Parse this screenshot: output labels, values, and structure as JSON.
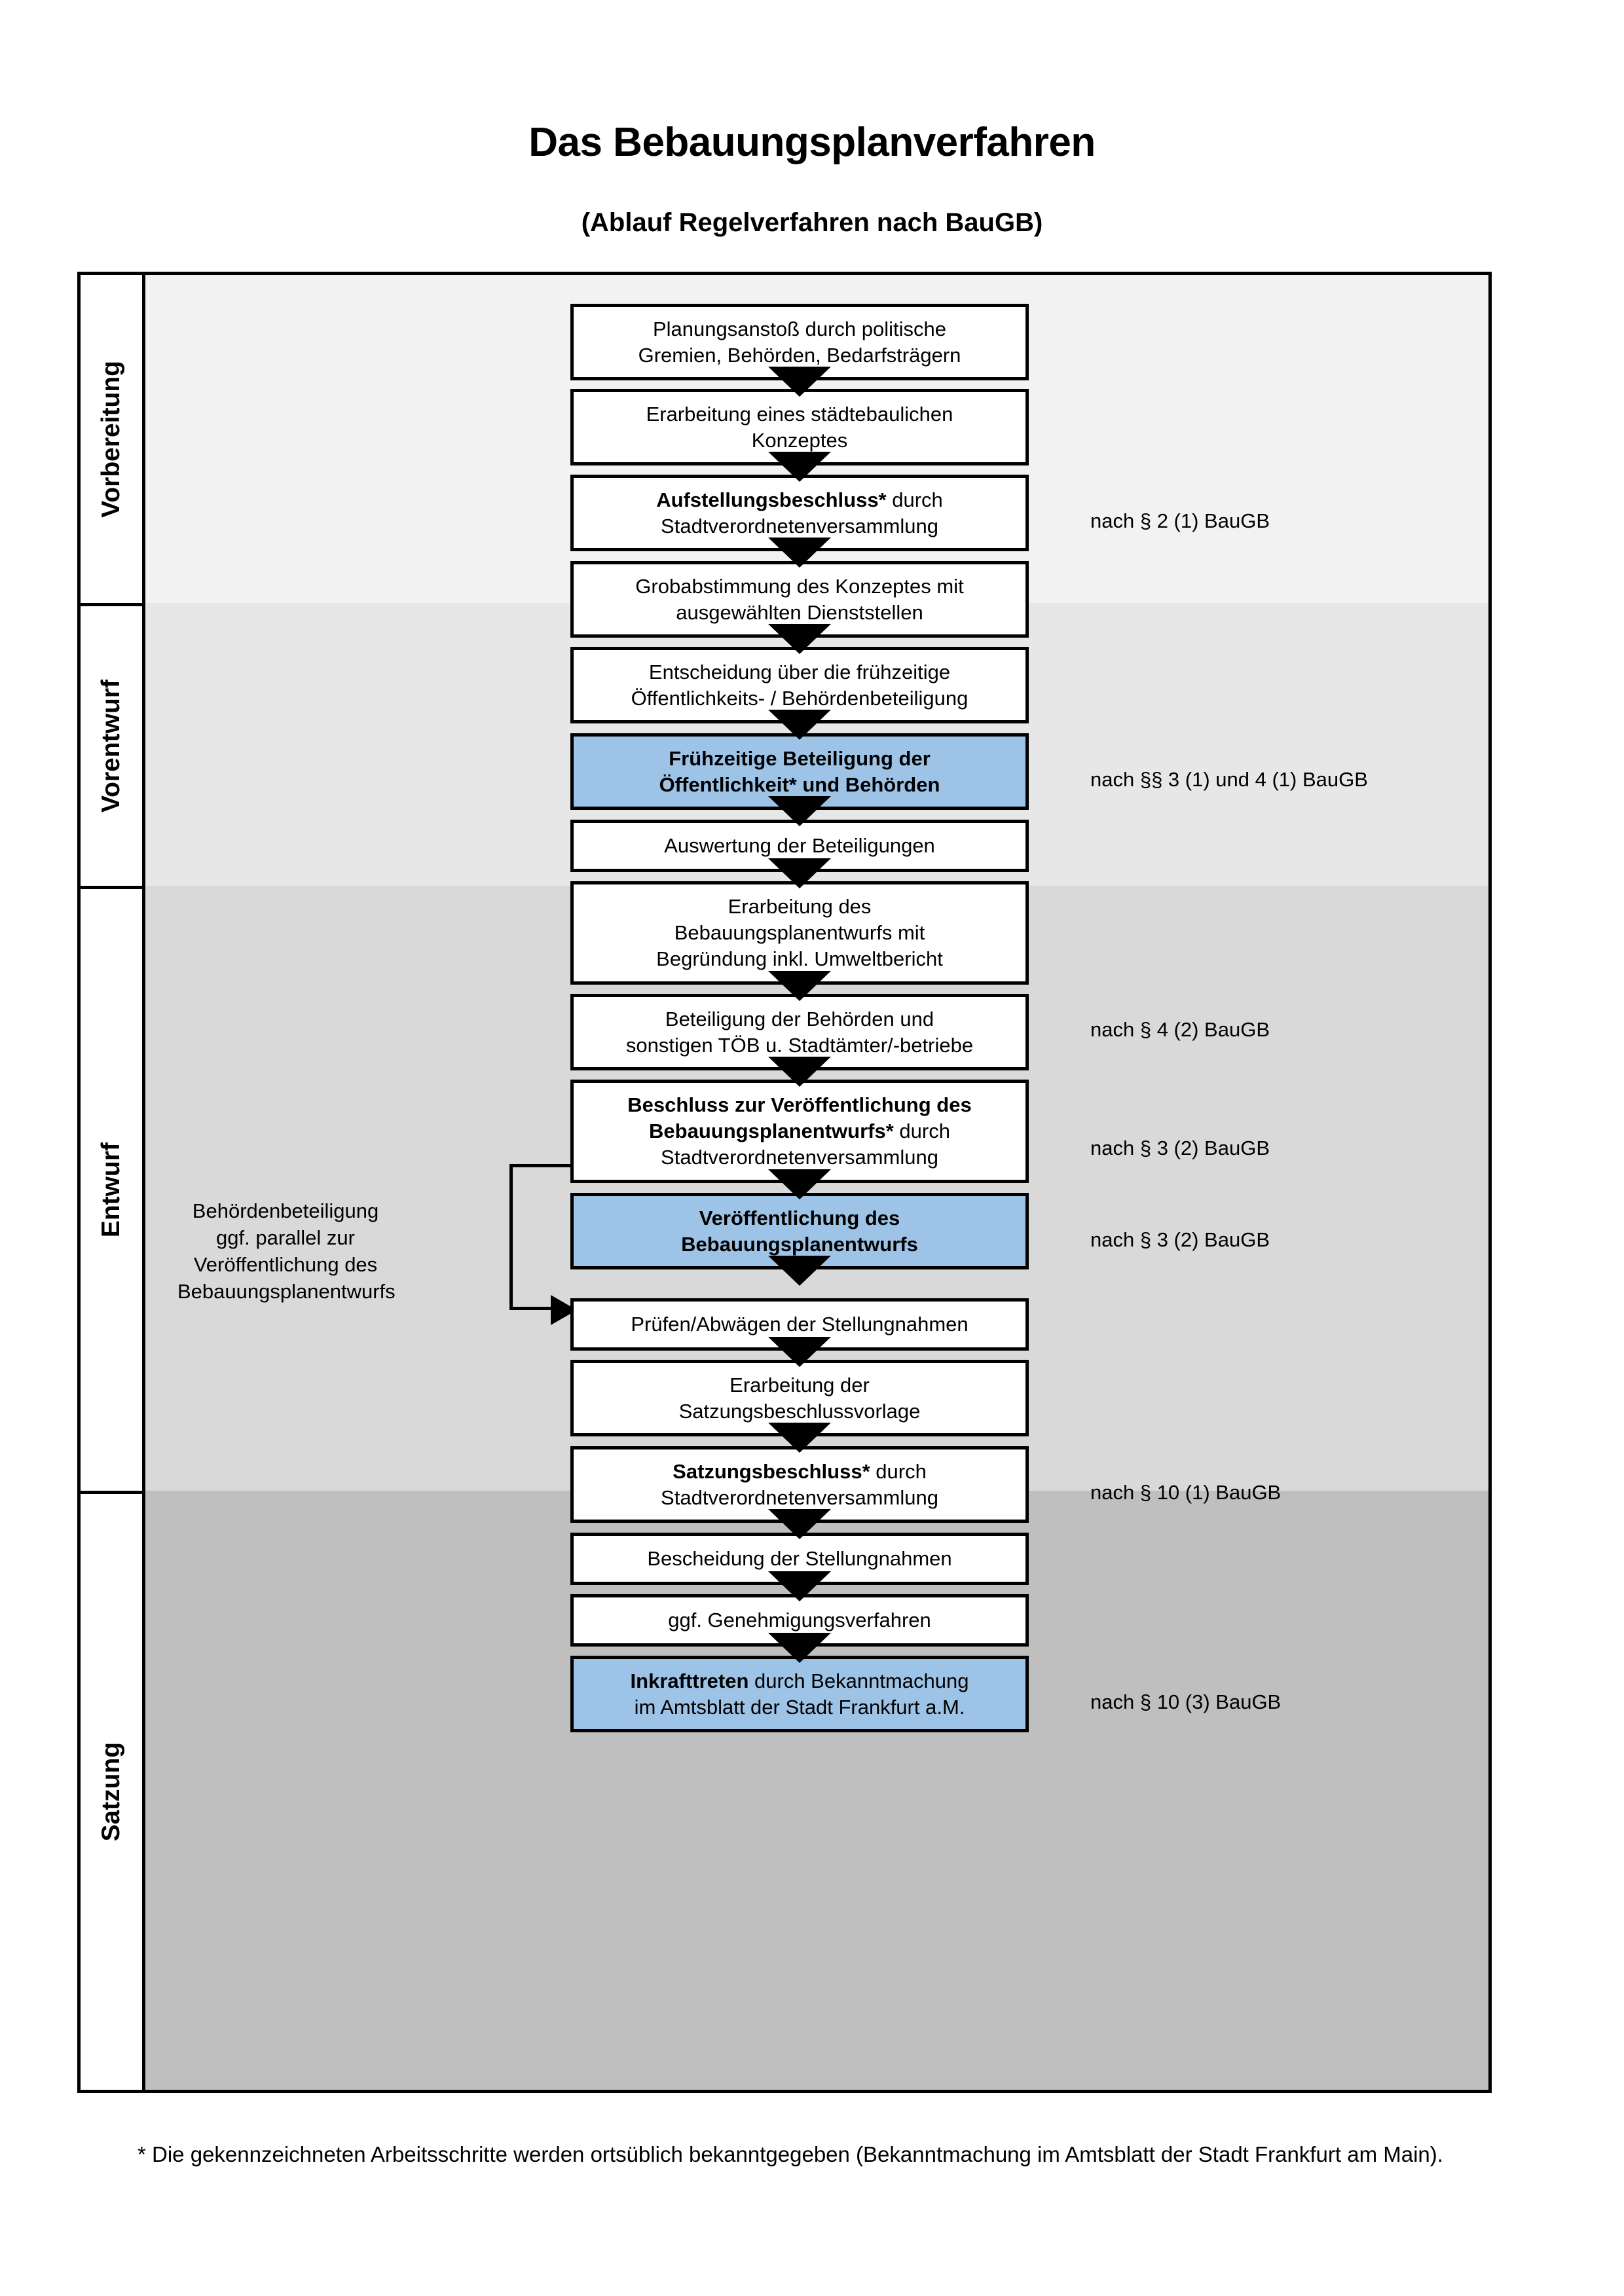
{
  "header": {
    "title": "Das Bebauungsplanverfahren",
    "subtitle": "(Ablauf Regelverfahren nach BauGB)"
  },
  "colors": {
    "highlight_blue": "#9dc3e6",
    "band_vorbereitung": "#f2f2f2",
    "band_vorentwurf": "#e7e7e7",
    "band_entwurf": "#d9d9d9",
    "band_satzung": "#bfbfbf",
    "box_white": "#ffffff",
    "line_black": "#000000"
  },
  "phases": [
    {
      "id": "vorbereitung",
      "label": "Vorbereitung",
      "steps": [
        {
          "id": "planungsanstoss",
          "lines": [
            "Planungsanstoß durch politische",
            "Gremien, Behörden, Bedarfsträgern"
          ],
          "highlight": false,
          "bold_prefix": ""
        },
        {
          "id": "staedtebauliches-konzept",
          "lines": [
            "Erarbeitung eines städtebaulichen",
            "Konzeptes"
          ],
          "highlight": false,
          "bold_prefix": ""
        },
        {
          "id": "aufstellungsbeschluss",
          "lines": [
            "Aufstellungsbeschluss* durch",
            "Stadtverordnetenversammlung"
          ],
          "highlight": false,
          "bold_prefix": "Aufstellungsbeschluss*"
        }
      ],
      "legal": [
        {
          "id": "legal-par2-1",
          "text": "nach § 2 (1) BauGB"
        }
      ]
    },
    {
      "id": "vorentwurf",
      "label": "Vorentwurf",
      "steps": [
        {
          "id": "grobabstimmung",
          "lines": [
            "Grobabstimmung des Konzeptes mit",
            "ausgewählten Dienststellen"
          ],
          "highlight": false,
          "bold_prefix": ""
        },
        {
          "id": "entscheidung-fruehzeitig",
          "lines": [
            "Entscheidung über die frühzeitige",
            "Öffentlichkeits- / Behördenbeteiligung"
          ],
          "highlight": false,
          "bold_prefix": ""
        },
        {
          "id": "fruehzeitige-beteiligung",
          "lines": [
            "Frühzeitige Beteiligung der",
            "Öffentlichkeit* und Behörden"
          ],
          "highlight": true,
          "bold_prefix": "ALL"
        }
      ],
      "legal": [
        {
          "id": "legal-par3-1-4-1",
          "text": "nach §§ 3 (1) und 4 (1) BauGB"
        }
      ]
    },
    {
      "id": "entwurf",
      "label": "Entwurf",
      "sidenote": [
        "Behördenbeteiligung",
        "ggf. parallel zur",
        "Veröffentlichung des",
        "Bebauungsplanentwurfs"
      ],
      "steps": [
        {
          "id": "auswertung-beteiligungen",
          "lines": [
            "Auswertung der Beteiligungen"
          ],
          "highlight": false,
          "bold_prefix": ""
        },
        {
          "id": "erarbeitung-bplan-entwurf",
          "lines": [
            "Erarbeitung des",
            "Bebauungsplanentwurfs mit",
            "Begründung inkl. Umweltbericht"
          ],
          "highlight": false,
          "bold_prefix": ""
        },
        {
          "id": "beteiligung-behoerden-toeb",
          "lines": [
            "Beteiligung der Behörden und",
            "sonstigen TÖB u. Stadtämter/-betriebe"
          ],
          "highlight": false,
          "bold_prefix": ""
        },
        {
          "id": "beschluss-veroeffentlichung",
          "lines": [
            "Beschluss zur Veröffentlichung des",
            "Bebauungsplanentwurfs* durch",
            "Stadtverordnetenversammlung"
          ],
          "highlight": false,
          "bold_prefix": "Beschluss zur Veröffentlichung des Bebauungsplanentwurfs*"
        },
        {
          "id": "veroeffentlichung-bplan",
          "lines": [
            "Veröffentlichung des",
            "Bebauungsplanentwurfs"
          ],
          "highlight": true,
          "bold_prefix": "ALL"
        }
      ],
      "legal": [
        {
          "id": "legal-par4-2",
          "text": "nach § 4 (2) BauGB"
        },
        {
          "id": "legal-par3-2-a",
          "text": "nach § 3 (2) BauGB"
        },
        {
          "id": "legal-par3-2-b",
          "text": "nach § 3 (2) BauGB"
        }
      ]
    },
    {
      "id": "satzung",
      "label": "Satzung",
      "steps": [
        {
          "id": "pruefen-abwaegen",
          "lines": [
            "Prüfen/Abwägen der Stellungnahmen"
          ],
          "highlight": false,
          "bold_prefix": ""
        },
        {
          "id": "erarbeitung-satzungsvorlage",
          "lines": [
            "Erarbeitung der",
            "Satzungsbeschlussvorlage"
          ],
          "highlight": false,
          "bold_prefix": ""
        },
        {
          "id": "satzungsbeschluss",
          "lines": [
            "Satzungsbeschluss* durch",
            "Stadtverordnetenversammlung"
          ],
          "highlight": false,
          "bold_prefix": "Satzungsbeschluss*"
        },
        {
          "id": "bescheidung-stellungnahmen",
          "lines": [
            "Bescheidung der Stellungnahmen"
          ],
          "highlight": false,
          "bold_prefix": ""
        },
        {
          "id": "genehmigungsverfahren",
          "lines": [
            "ggf. Genehmigungsverfahren"
          ],
          "highlight": false,
          "bold_prefix": ""
        },
        {
          "id": "inkrafttreten",
          "lines": [
            "Inkrafttreten durch Bekanntmachung",
            "im Amtsblatt der Stadt Frankfurt a.M."
          ],
          "highlight": true,
          "bold_prefix": "Inkrafttreten"
        }
      ],
      "legal": [
        {
          "id": "legal-par10-1",
          "text": "nach § 10 (1) BauGB"
        },
        {
          "id": "legal-par10-3",
          "text": "nach § 10 (3) BauGB"
        }
      ]
    }
  ],
  "footnote": "* Die gekennzeichneten Arbeitsschritte werden ortsüblich bekanntgegeben (Bekanntmachung im Amtsblatt  der Stadt Frankfurt am Main)."
}
